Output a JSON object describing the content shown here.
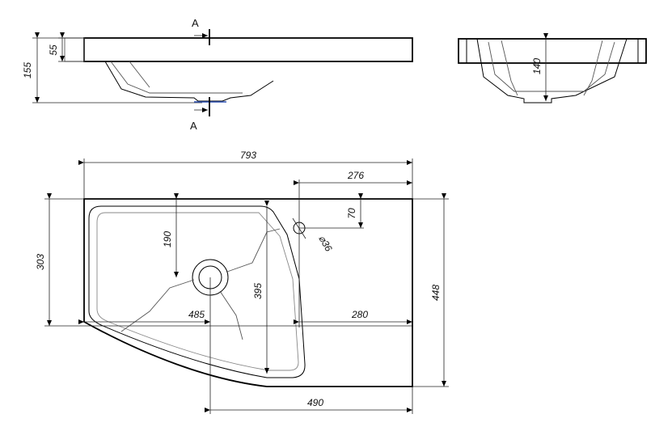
{
  "section_mark": "A",
  "dimensions": {
    "total_height": "155",
    "slab_thickness": "55",
    "bowl_depth": "140",
    "total_width": "793",
    "tap_offset_x": "276",
    "tap_offset_y": "70",
    "tap_hole_diameter": "⌀36",
    "left_depth": "303",
    "drain_offset_y": "190",
    "bowl_length": "395",
    "drain_offset_x": "485",
    "right_width": "280",
    "total_depth": "448",
    "bottom_width": "490"
  },
  "colors": {
    "line": "#000000",
    "section_line": "#2a4fb0"
  }
}
